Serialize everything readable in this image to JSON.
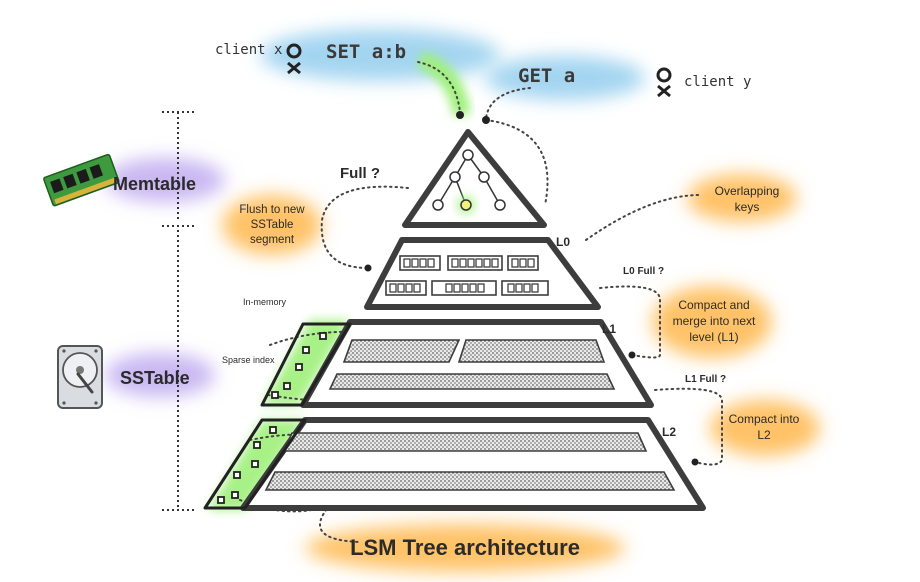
{
  "clients": {
    "x_label": "client x",
    "y_label": "client y"
  },
  "commands": {
    "set": "SET a:b",
    "get": "GET a"
  },
  "side_labels": {
    "memtable": "Memtable",
    "sstable": "SSTable"
  },
  "annotations": {
    "full_question": "Full ?",
    "flush_line1": "Flush to new",
    "flush_line2": "SSTable",
    "flush_line3": "segment",
    "overlap_line1": "Overlapping",
    "overlap_line2": "keys",
    "l0_full": "L0 Full ?",
    "compact_l1_line1": "Compact and",
    "compact_l1_line2": "merge into next",
    "compact_l1_line3": "level (L1)",
    "l1_full": "L1 Full ?",
    "compact_l2_line1": "Compact into",
    "compact_l2_line2": "L2",
    "in_memory": "In-memory",
    "sparse_index": "Sparse index"
  },
  "levels": {
    "l0": "L0",
    "l1": "L1",
    "l2": "L2"
  },
  "title": "LSM Tree architecture",
  "colors": {
    "blue_highlight": "#9fd3f0",
    "lavender_highlight": "#c9b8f2",
    "orange_highlight": "#ffc268",
    "green_highlight": "#9ff07a",
    "tree_leaf": "#f2f27a"
  },
  "icons": {
    "memtable": "ram-stick-icon",
    "sstable": "hard-disk-icon",
    "client": "client-icon"
  }
}
